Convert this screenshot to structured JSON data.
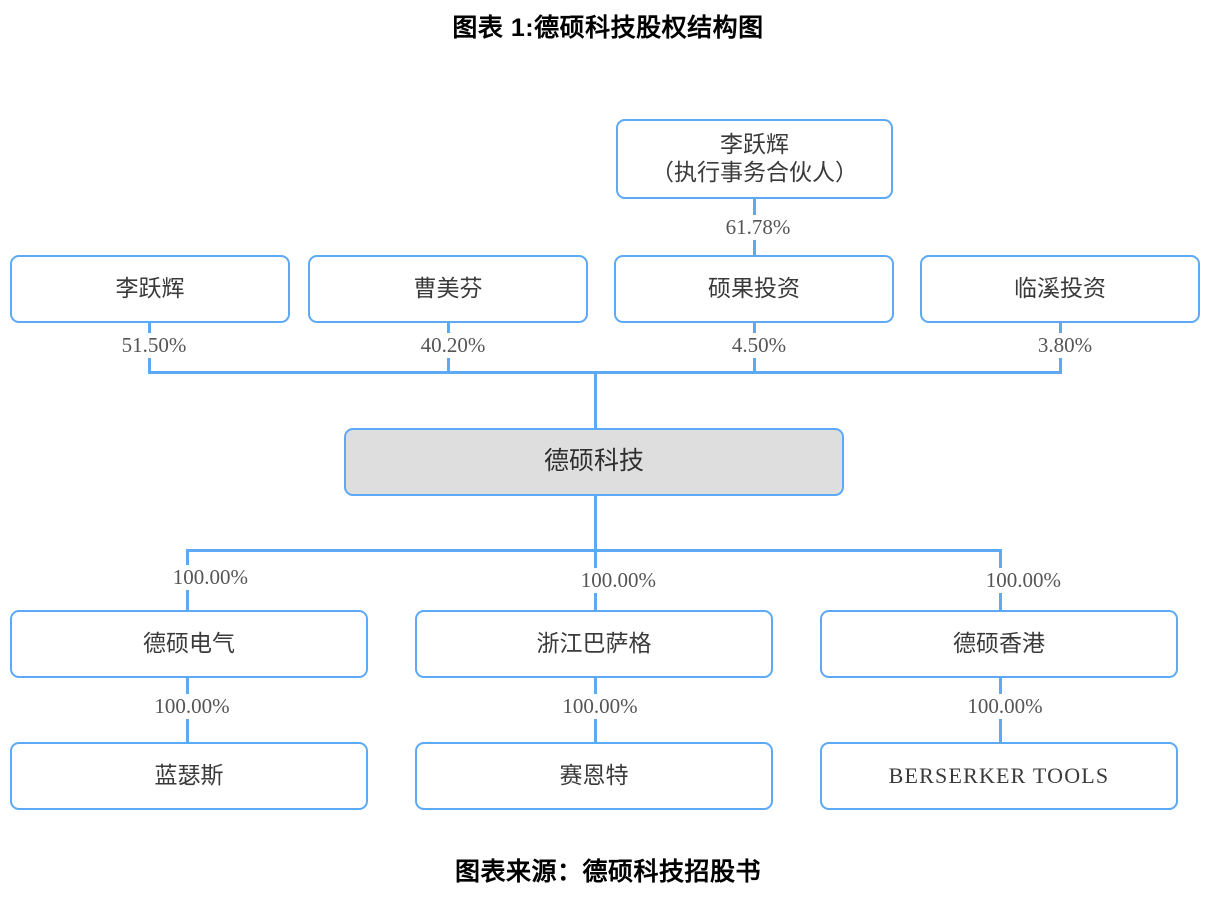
{
  "chart": {
    "title": "图表 1:德硕科技股权结构图",
    "source": "图表来源：德硕科技招股书",
    "accent_color": "#5DA9F5",
    "company_fill": "#dedede",
    "text_color": "#3a3a3a"
  },
  "nodes": {
    "partner": {
      "line1": "李跃辉",
      "line2": "（执行事务合伙人）"
    },
    "shareholders": [
      {
        "label": "李跃辉",
        "pct": "51.50%"
      },
      {
        "label": "曹美芬",
        "pct": "40.20%"
      },
      {
        "label": "硕果投资",
        "pct": "4.50%"
      },
      {
        "label": "临溪投资",
        "pct": "3.80%"
      }
    ],
    "company": {
      "label": "德硕科技"
    },
    "subsidiaries": [
      {
        "label": "德硕电气",
        "pct_in": "100.00%",
        "pct_out": "100.00%",
        "child": "蓝瑟斯"
      },
      {
        "label": "浙江巴萨格",
        "pct_in": "100.00%",
        "pct_out": "100.00%",
        "child": "赛恩特"
      },
      {
        "label": "德硕香港",
        "pct_in": "100.00%",
        "pct_out": "100.00%",
        "child": "BERSERKER TOOLS"
      }
    ]
  },
  "edges": {
    "partner_to_shuoguo": "61.78%"
  },
  "chart_data": {
    "type": "diagram",
    "title": "图表 1:德硕科技股权结构图",
    "subtype": "equity-ownership-structure",
    "levels": [
      {
        "level": 0,
        "nodes": [
          {
            "id": "partner",
            "label": "李跃辉（执行事务合伙人）"
          }
        ]
      },
      {
        "level": 1,
        "nodes": [
          {
            "id": "li_yuehui",
            "label": "李跃辉"
          },
          {
            "id": "cao_meifen",
            "label": "曹美芬"
          },
          {
            "id": "shuoguo",
            "label": "硕果投资"
          },
          {
            "id": "linxi",
            "label": "临溪投资"
          }
        ]
      },
      {
        "level": 2,
        "nodes": [
          {
            "id": "deshuo",
            "label": "德硕科技"
          }
        ]
      },
      {
        "level": 3,
        "nodes": [
          {
            "id": "deshuo_dianqi",
            "label": "德硕电气"
          },
          {
            "id": "zhejiang_basage",
            "label": "浙江巴萨格"
          },
          {
            "id": "deshuo_hk",
            "label": "德硕香港"
          }
        ]
      },
      {
        "level": 4,
        "nodes": [
          {
            "id": "lansesi",
            "label": "蓝瑟斯"
          },
          {
            "id": "saiente",
            "label": "赛恩特"
          },
          {
            "id": "berserker",
            "label": "BERSERKER TOOLS"
          }
        ]
      }
    ],
    "edges": [
      {
        "from": "partner",
        "to": "shuoguo",
        "value": 61.78,
        "label": "61.78%"
      },
      {
        "from": "li_yuehui",
        "to": "deshuo",
        "value": 51.5,
        "label": "51.50%"
      },
      {
        "from": "cao_meifen",
        "to": "deshuo",
        "value": 40.2,
        "label": "40.20%"
      },
      {
        "from": "shuoguo",
        "to": "deshuo",
        "value": 4.5,
        "label": "4.50%"
      },
      {
        "from": "linxi",
        "to": "deshuo",
        "value": 3.8,
        "label": "3.80%"
      },
      {
        "from": "deshuo",
        "to": "deshuo_dianqi",
        "value": 100.0,
        "label": "100.00%"
      },
      {
        "from": "deshuo",
        "to": "zhejiang_basage",
        "value": 100.0,
        "label": "100.00%"
      },
      {
        "from": "deshuo",
        "to": "deshuo_hk",
        "value": 100.0,
        "label": "100.00%"
      },
      {
        "from": "deshuo_dianqi",
        "to": "lansesi",
        "value": 100.0,
        "label": "100.00%"
      },
      {
        "from": "zhejiang_basage",
        "to": "saiente",
        "value": 100.0,
        "label": "100.00%"
      },
      {
        "from": "deshuo_hk",
        "to": "berserker",
        "value": 100.0,
        "label": "100.00%"
      }
    ],
    "source": "图表来源：德硕科技招股书"
  }
}
